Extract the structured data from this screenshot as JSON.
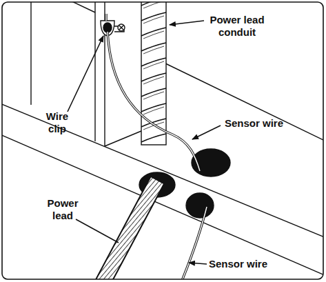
{
  "diagram": {
    "labels": [
      "Wire clip",
      "Power lead conduit",
      "Sensor wire",
      "Power lead",
      "Sensor wire"
    ]
  }
}
